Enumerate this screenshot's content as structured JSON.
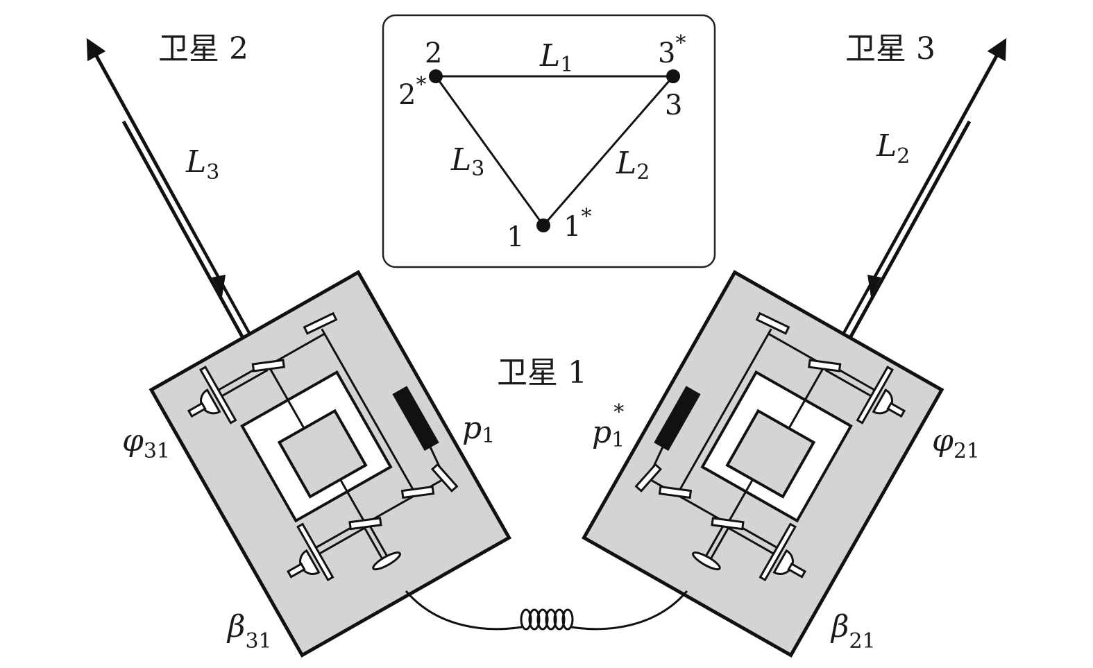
{
  "satellites": {
    "s1": "卫星 1",
    "s2": "卫星 2",
    "s3": "卫星 3"
  },
  "arm_labels": {
    "left": {
      "sym": "L",
      "sub": "3"
    },
    "right": {
      "sym": "L",
      "sub": "2"
    }
  },
  "bench_labels": {
    "phi31": {
      "sym": "φ",
      "sub": "31"
    },
    "beta31": {
      "sym": "β",
      "sub": "31"
    },
    "p1": {
      "sym": "p",
      "sub": "1"
    },
    "p1star": {
      "sym": "p",
      "sub": "1",
      "sup": "*"
    },
    "phi21": {
      "sym": "φ",
      "sub": "21"
    },
    "beta21": {
      "sym": "β",
      "sub": "21"
    }
  },
  "inset": {
    "node2": "2",
    "node2star": "2",
    "node3star": "3",
    "node3": "3",
    "node1": "1",
    "node1star": "1",
    "star": "*",
    "L1": {
      "sym": "L",
      "sub": "1"
    },
    "L2": {
      "sym": "L",
      "sub": "2"
    },
    "L3": {
      "sym": "L",
      "sub": "3"
    }
  },
  "colors": {
    "bench": "#d4d4d4",
    "ink": "#111111"
  }
}
